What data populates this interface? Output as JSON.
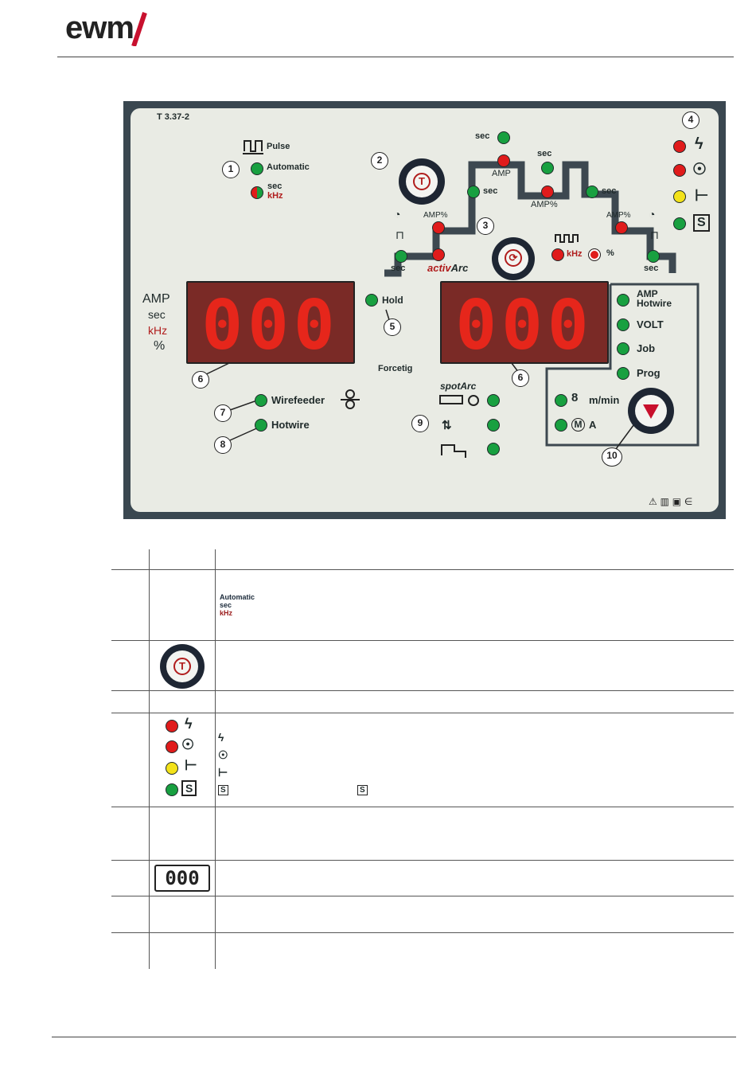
{
  "brand": {
    "logo_text": "ewm"
  },
  "panel": {
    "model": "T 3.37-2",
    "colors": {
      "panel_bg": "#e9ebe4",
      "panel_border": "#3a4750",
      "led_green": "#18a040",
      "led_red": "#e01b1b",
      "led_yellow": "#f3e21a",
      "display_bg": "#7a2a26",
      "display_digits": "#e6261b"
    },
    "pulse_group": {
      "pulse_label": "Pulse",
      "automatic_label": "Automatic",
      "sec_label": "sec",
      "khz_label": "kHz"
    },
    "sequence": {
      "sec_top": "sec",
      "amp_top": "AMP",
      "sec_right_top": "sec",
      "sec_left_mid": "sec",
      "amp_mid": "AMP%",
      "sec_right_mid": "sec",
      "amp_pct_left": "AMP%",
      "amp_pct_right": "AMP%",
      "sec_bottom_left": "sec",
      "sec_bottom_right": "sec",
      "activarc_prefix": "activ",
      "activarc_suffix": "Arc",
      "khz_label": "kHz",
      "pct_label": "%"
    },
    "status": {
      "items": [
        "ϟ",
        "☉",
        "⊢",
        "S"
      ]
    },
    "left_units": [
      "AMP",
      "sec",
      "kHz",
      "%"
    ],
    "display_left": "000",
    "display_right": "000",
    "hold_label": "Hold",
    "forcetig_label": "Forcetig",
    "wirefeeder_label": "Wirefeeder",
    "hotwire_label": "Hotwire",
    "spotarc_label": "spotArc",
    "right_params": [
      "AMP\nHotwire",
      "VOLT",
      "Job",
      "Prog"
    ],
    "amp_hotwire_line1": "AMP",
    "amp_hotwire_line2": "Hotwire",
    "volt_label": "VOLT",
    "job_label": "Job",
    "prog_label": "Prog",
    "wire_speed_label": "m/min",
    "motor_amp_label": "A",
    "callouts": [
      "1",
      "2",
      "3",
      "4",
      "5",
      "6",
      "6",
      "7",
      "8",
      "9",
      "10"
    ]
  },
  "legend": {
    "row1_small": {
      "automatic": "Automatic",
      "sec": "sec",
      "khz": "kHz"
    },
    "row3_display": "000"
  }
}
